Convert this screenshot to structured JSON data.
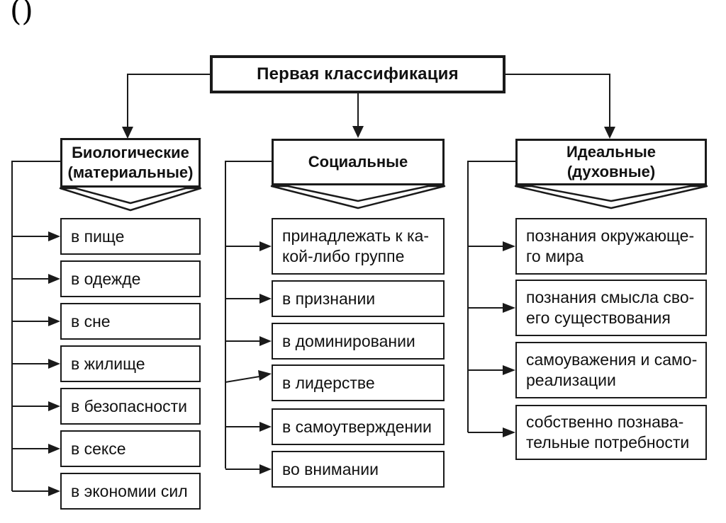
{
  "page": {
    "background": "#ffffff",
    "ink_color": "#1a1a1a",
    "corner_mark": "()",
    "root_label": "Первая классификация"
  },
  "columns": [
    {
      "header": "Биологические\n(материальные)",
      "items": [
        "в пище",
        "в одежде",
        "в сне",
        "в жилище",
        "в безопасности",
        "в сексе",
        "в экономии сил"
      ]
    },
    {
      "header": "Социальные",
      "items": [
        "принадлежать к ка-\nкой-либо группе",
        "в признании",
        "в доминировании",
        "в лидерстве",
        "в самоутверждении",
        "во внимании"
      ]
    },
    {
      "header": "Идеальные\n(духовные)",
      "items": [
        "познания окружающе-\nго мира",
        "познания смысла сво-\nего существования",
        "самоуважения и само-\nреализации",
        "собственно познава-\nтельные потребности"
      ]
    }
  ]
}
